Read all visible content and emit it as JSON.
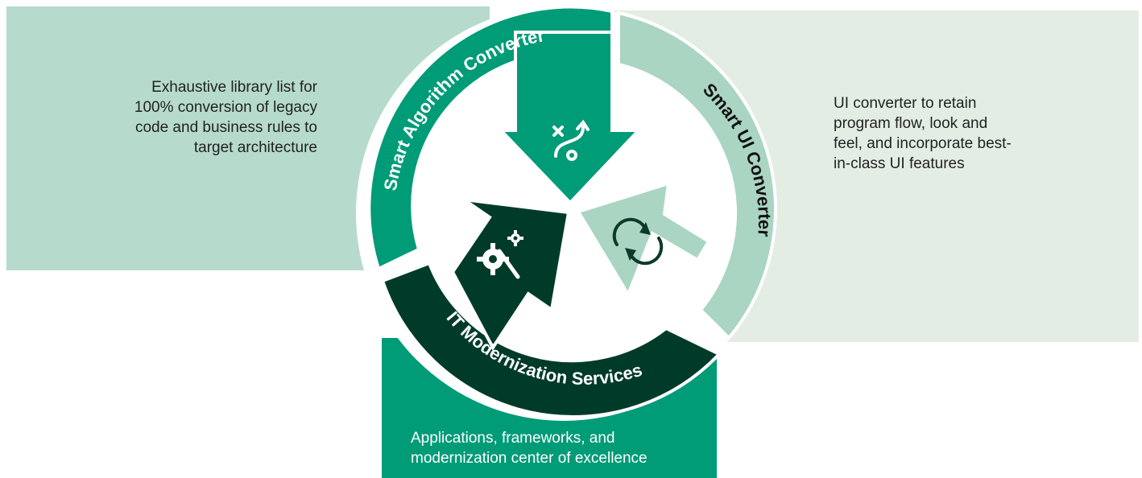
{
  "colors": {
    "light_green_panel": "#b6dbcd",
    "pale_panel": "#e3ede4",
    "green": "#009b77",
    "dark_green": "#003b2a",
    "light_green": "#a9d5c2",
    "white": "#ffffff"
  },
  "left_panel": {
    "text": "Exhaustive library list for 100% conversion of legacy code and business rules to target architecture"
  },
  "right_panel": {
    "text": "UI converter to retain program flow, look and feel, and incorporate best-in-class UI features"
  },
  "bottom_panel": {
    "text": "Applications, frameworks, and modernization center of  excellence"
  },
  "segments": [
    {
      "label": "Smart Algorithm Converter",
      "icon": "strategy-icon"
    },
    {
      "label": "Smart UI Converter",
      "icon": "refresh-icon"
    },
    {
      "label": "IT Modernization Services",
      "icon": "gears-wrench-icon"
    }
  ]
}
